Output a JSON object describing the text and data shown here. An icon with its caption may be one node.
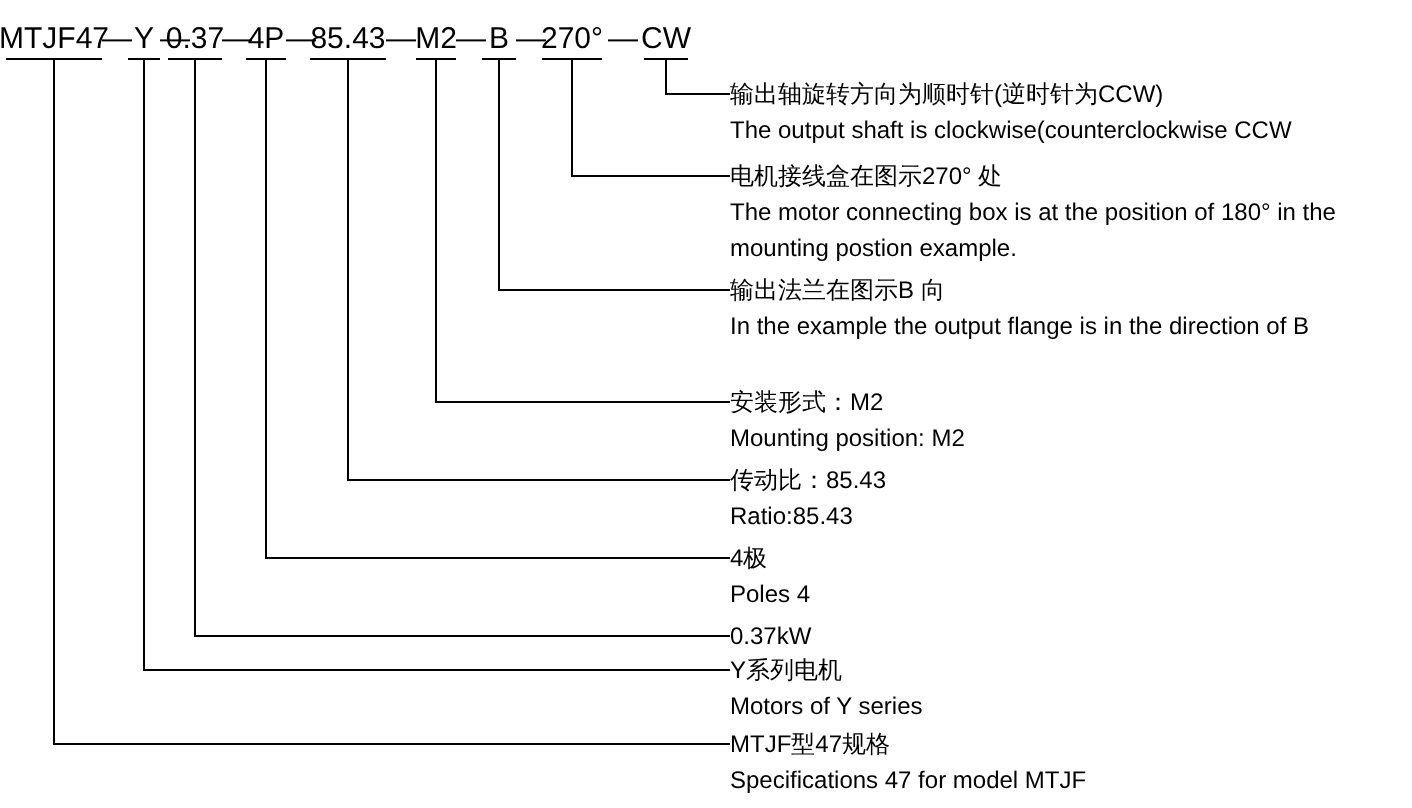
{
  "diagram": {
    "nodes": [
      {
        "text": [
          "MTJF47"
        ]
      },
      {
        "text": [
          "Y"
        ]
      },
      {
        "text": [
          "0.37"
        ]
      },
      {
        "text": [
          "4P"
        ]
      },
      {
        "text": [
          "85.43"
        ]
      },
      {
        "text": [
          "M2"
        ]
      },
      {
        "text": [
          "B"
        ]
      },
      {
        "text": [
          "270°"
        ]
      },
      {
        "text": [
          "CW"
        ]
      },
      {
        "text": [
          "输出轴旋转方向为顺时针(逆时针为CCW)",
          "The output shaft is clockwise(counterclockwise CCW"
        ]
      },
      {
        "text": [
          "电机接线盒在图示270°  处",
          "The motor connecting box is at the position of 180° in the mounting postion example."
        ]
      },
      {
        "text": [
          "输出法兰在图示B 向",
          "In the example the output flange is in the direction of B"
        ]
      },
      {
        "text": [
          "安装形式：M2",
          "Mounting position: M2"
        ]
      },
      {
        "text": [
          "传动比：85.43",
          "Ratio:85.43"
        ]
      },
      {
        "text": [
          "4极",
          "Poles 4"
        ]
      },
      {
        "text": [
          "0.37kW"
        ]
      },
      {
        "text": [
          "Y系列电机",
          "Motors of Y series"
        ]
      },
      {
        "text": [
          "MTJF型47规格",
          "Specifications 47 for model MTJF"
        ]
      }
    ],
    "edges": [
      {
        "from": 8,
        "to": 9,
        "arrow": "none"
      },
      {
        "from": 7,
        "to": 10,
        "arrow": "none"
      },
      {
        "from": 6,
        "to": 11,
        "arrow": "none"
      },
      {
        "from": 5,
        "to": 12,
        "arrow": "none"
      },
      {
        "from": 4,
        "to": 13,
        "arrow": "none"
      },
      {
        "from": 3,
        "to": 14,
        "arrow": "none"
      },
      {
        "from": 2,
        "to": 15,
        "arrow": "none"
      },
      {
        "from": 1,
        "to": 16,
        "arrow": "none"
      },
      {
        "from": 0,
        "to": 17,
        "arrow": "none"
      }
    ],
    "labels": [
      "—",
      "—",
      "—",
      "—",
      "—",
      "—",
      "—",
      "—"
    ]
  }
}
